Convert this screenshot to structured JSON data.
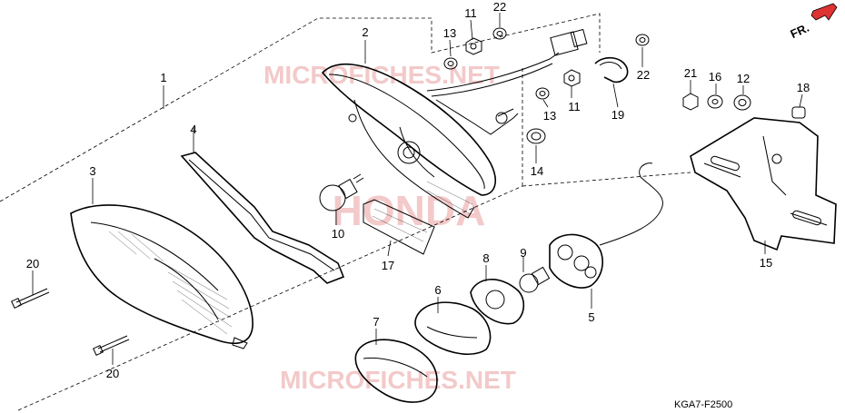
{
  "watermarks": {
    "top": "MICROFICHES.NET",
    "center": "HONDA",
    "bottom": "MICROFICHES.NET"
  },
  "direction_label": "FR.",
  "diagram_code": "KGA7-F2500",
  "part_numbers": {
    "p1": "1",
    "p2": "2",
    "p3": "3",
    "p4": "4",
    "p5": "5",
    "p6": "6",
    "p7": "7",
    "p8": "8",
    "p9": "9",
    "p10": "10",
    "p11a": "11",
    "p11b": "11",
    "p12": "12",
    "p13a": "13",
    "p13b": "13",
    "p14": "14",
    "p15": "15",
    "p16": "16",
    "p17": "17",
    "p18": "18",
    "p19": "19",
    "p20a": "20",
    "p20b": "20",
    "p21": "21",
    "p22a": "22",
    "p22b": "22"
  }
}
